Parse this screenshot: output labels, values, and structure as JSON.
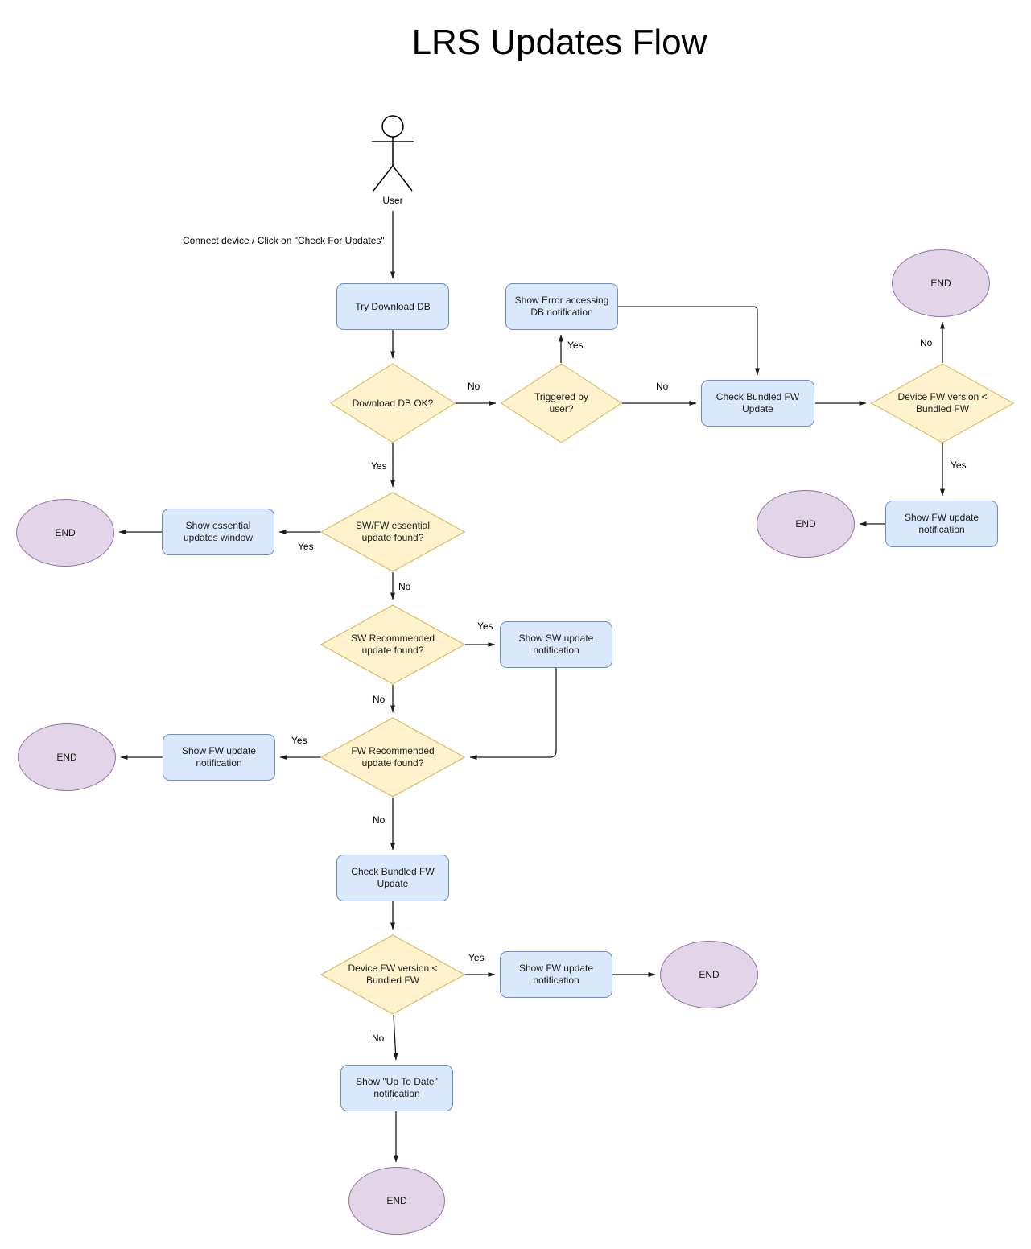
{
  "title": "LRS Updates Flow",
  "actor": "User",
  "nodes": {
    "try_download_db": "Try Download DB",
    "show_error_db": "Show Error accessing DB notification",
    "check_bundled_fw_top": "Check Bundled FW Update",
    "show_fw_update_top_right": "Show FW update notification",
    "show_essential_updates": "Show essential updates window",
    "show_sw_update": "Show SW update notification",
    "show_fw_update_mid_left": "Show FW update notification",
    "check_bundled_fw_bottom": "Check Bundled FW Update",
    "show_fw_update_bottom": "Show FW update notification",
    "show_up_to_date": "Show \"Up To Date\" notification"
  },
  "decisions": {
    "download_db_ok": "Download DB OK?",
    "triggered_by_user": "Triggered by user?",
    "device_fw_version_top": "Device FW version < Bundled FW",
    "sw_fw_essential": "SW/FW essential update found?",
    "sw_recommended": "SW Recommended update found?",
    "fw_recommended": "FW Recommended update found?",
    "device_fw_version_bottom": "Device FW version < Bundled FW"
  },
  "terminals": {
    "end_top_right": "END",
    "end_right": "END",
    "end_left_upper": "END",
    "end_left_lower": "END",
    "end_mid_right": "END",
    "end_bottom": "END"
  },
  "edge_labels": {
    "connect_device": "Connect device / Click on \"Check For Updates\"",
    "db_ok_no": "No",
    "db_ok_yes": "Yes",
    "triggered_yes": "Yes",
    "triggered_no": "No",
    "device_fw_top_no": "No",
    "device_fw_top_yes": "Yes",
    "essential_yes": "Yes",
    "essential_no": "No",
    "sw_rec_yes": "Yes",
    "sw_rec_no": "No",
    "fw_rec_yes": "Yes",
    "fw_rec_no": "No",
    "device_fw_bottom_yes": "Yes",
    "device_fw_bottom_no": "No"
  },
  "colors": {
    "process_fill": "#dae8fc",
    "process_border": "#6c8ebf",
    "decision_fill": "#fff2cc",
    "decision_border": "#d6b656",
    "terminal_fill": "#e1d5e7",
    "terminal_border": "#9673a6",
    "edge": "#000000"
  }
}
